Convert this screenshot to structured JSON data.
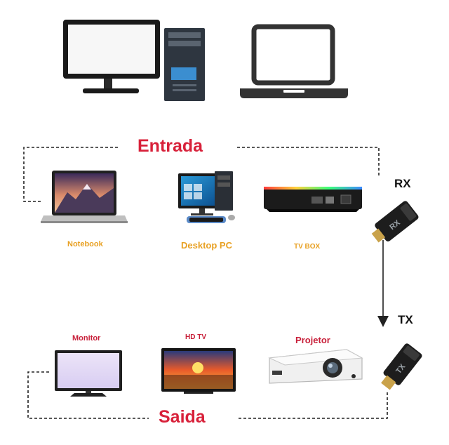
{
  "labels": {
    "input": "Entrada",
    "output": "Saida",
    "receiver": "RX",
    "transmitter": "TX"
  },
  "sources": {
    "notebook": "Notebook",
    "desktop": "Desktop PC",
    "tvbox": "TV BOX"
  },
  "displays": {
    "monitor": "Monitor",
    "hdtv": "HD TV",
    "projector": "Projetor"
  },
  "adapter_text": {
    "rx": "RX",
    "tx": "TX"
  },
  "colors": {
    "accent_red": "#d8213a",
    "label_orange": "#e8a022",
    "line": "#222222"
  }
}
